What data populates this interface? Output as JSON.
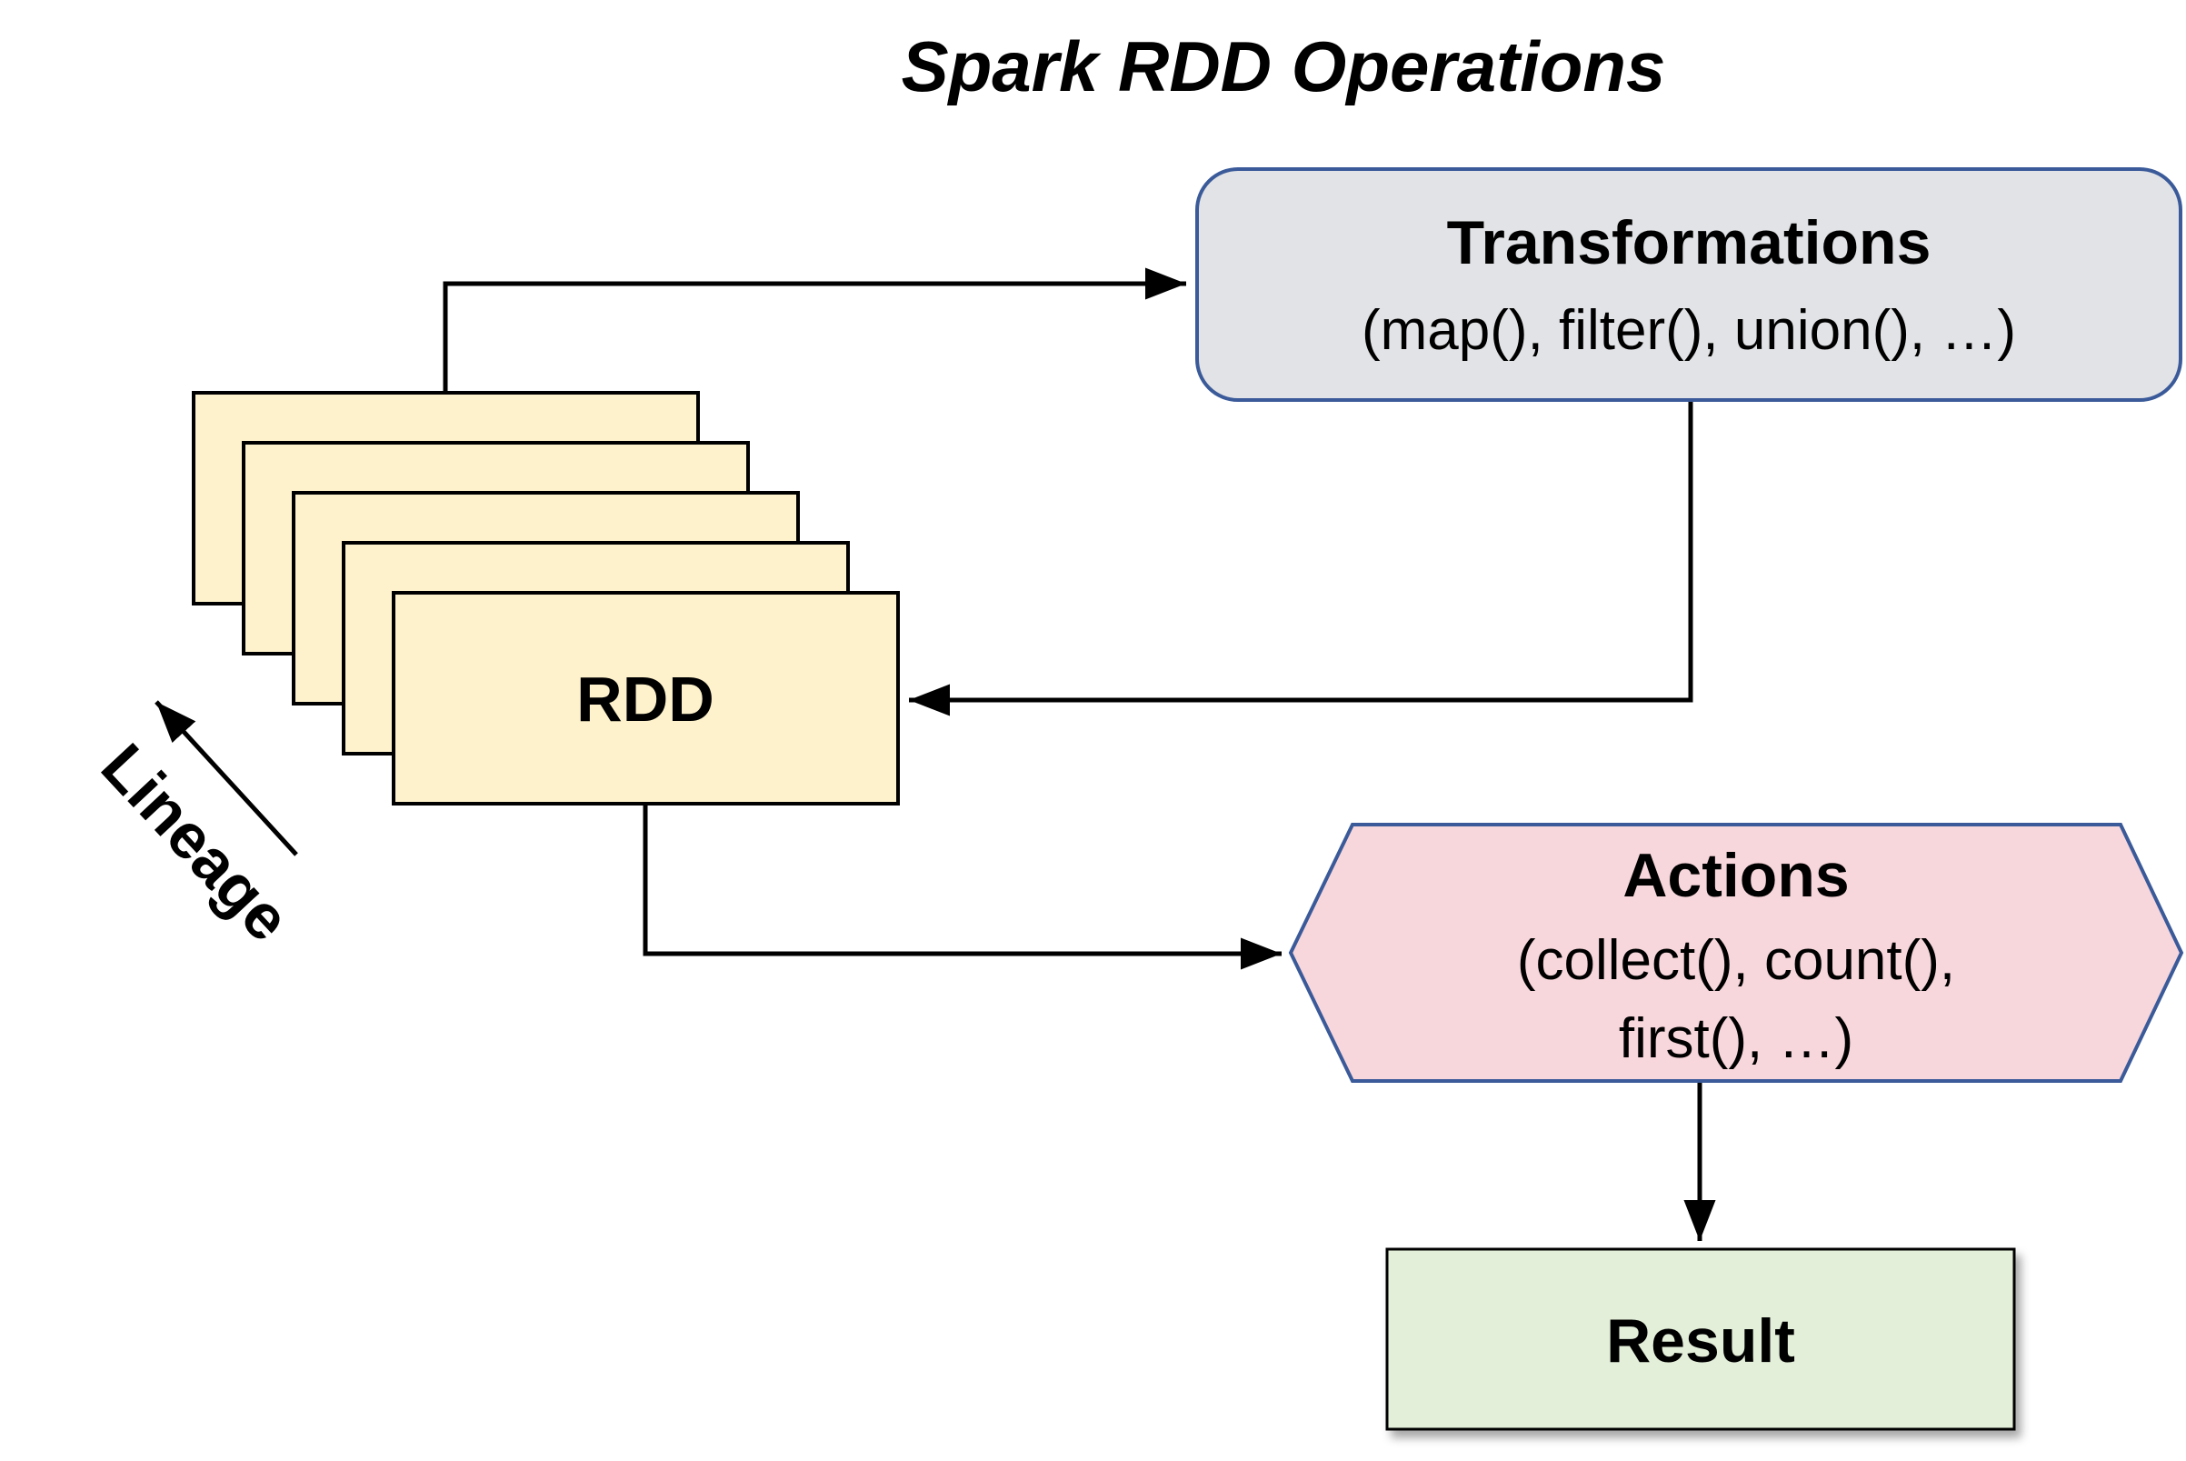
{
  "title": "Spark RDD Operations",
  "nodes": {
    "transformations": {
      "title": "Transformations",
      "subtitle": "(map(), filter(), union(), …)"
    },
    "rdd": {
      "label": "RDD"
    },
    "actions": {
      "title": "Actions",
      "subtitle_line1": "(collect(), count(),",
      "subtitle_line2": "first(), …)"
    },
    "result": {
      "label": "Result"
    }
  },
  "lineage": {
    "label": "Lineage"
  },
  "colors": {
    "transformations_fill": "#e2e3e6",
    "transformations_stroke": "#3a5a99",
    "rdd_fill": "#fdf2cb",
    "rdd_stroke": "#000000",
    "actions_fill": "#f8d7dc",
    "actions_stroke": "#3a5a99",
    "result_fill": "#e3efd9",
    "result_stroke": "#000000",
    "edge": "#000000"
  }
}
